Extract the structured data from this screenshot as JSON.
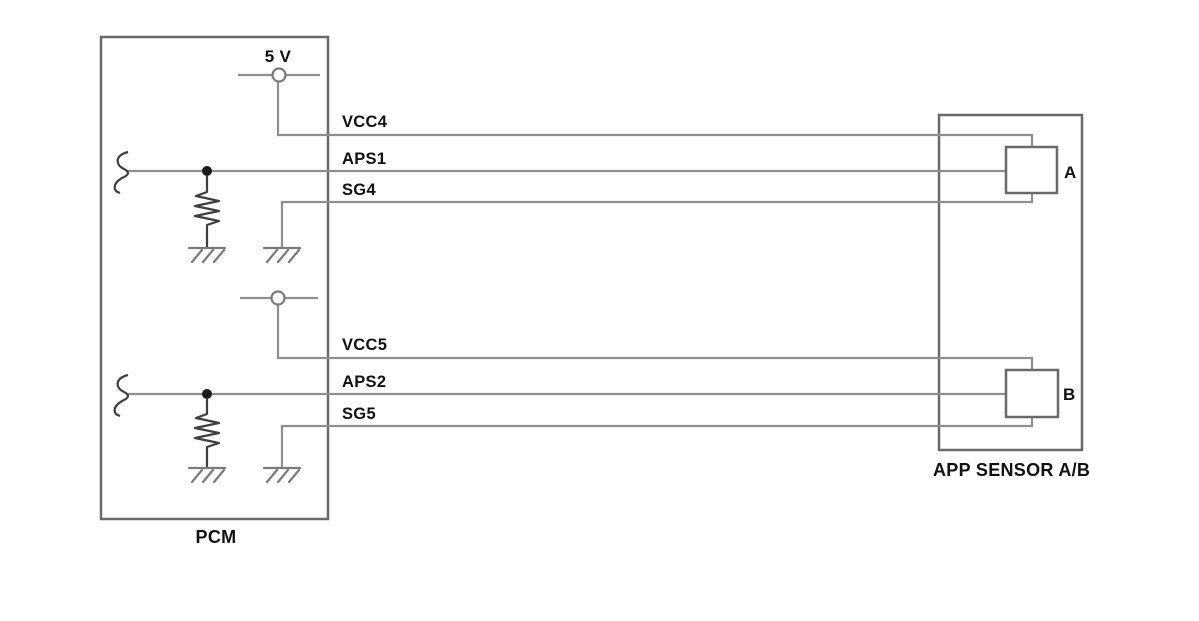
{
  "diagram": {
    "pcm": {
      "label": "PCM",
      "supply_label": "5 V"
    },
    "sensor": {
      "label": "APP SENSOR A/B",
      "connector_a_label": "A",
      "connector_b_label": "B"
    },
    "wire_labels": {
      "vcc4": "VCC4",
      "aps1": "APS1",
      "sg4": "SG4",
      "vcc5": "VCC5",
      "aps2": "APS2",
      "sg5": "SG5"
    },
    "colors": {
      "wire": "#8f8f8f",
      "outline": "#6a6a6a",
      "symbol": "#3f3f3f",
      "ground": "#7a7a7a",
      "text": "#111111",
      "background": "#ffffff"
    }
  }
}
